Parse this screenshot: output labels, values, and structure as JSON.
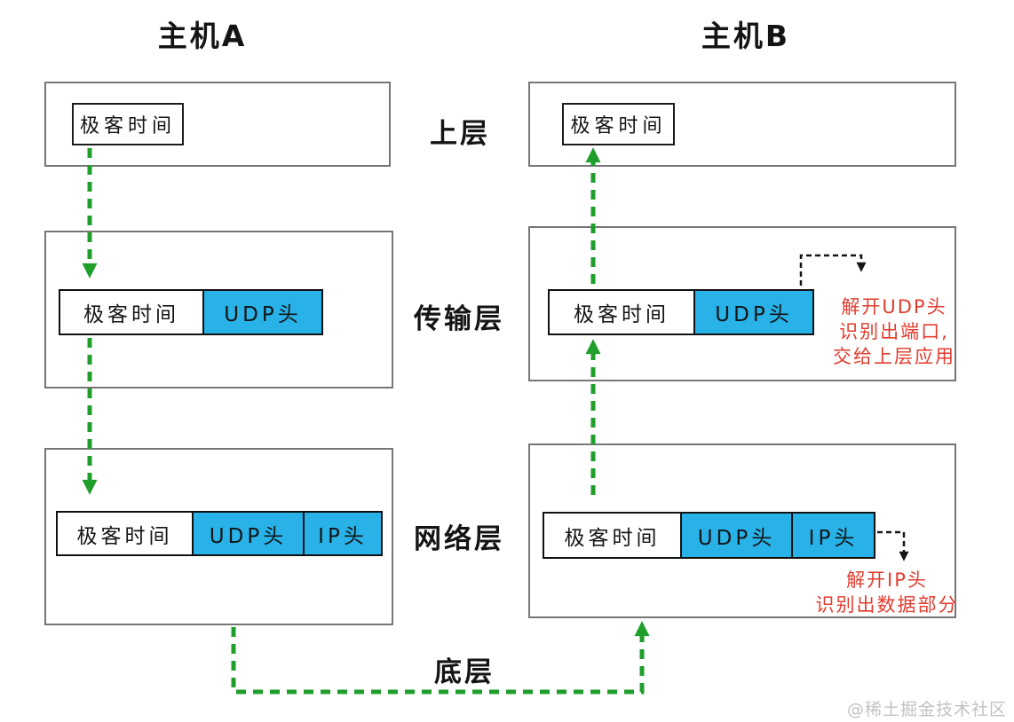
{
  "hosts": {
    "a": "主机A",
    "b": "主机B"
  },
  "layers": {
    "upper": "上层",
    "transport": "传输层",
    "network": "网络层",
    "bottom": "底层"
  },
  "packet": {
    "payload": "极客时间",
    "udp_header": "UDP头",
    "ip_header": "IP头"
  },
  "annotations": {
    "udp_unpack_line1": "解开UDP头",
    "udp_unpack_line2": "识别出端口,",
    "udp_unpack_line3": "交给上层应用",
    "ip_unpack_line1": "解开IP头",
    "ip_unpack_line2": "识别出数据部分"
  },
  "watermark": "@稀土掘金技术社区",
  "colors": {
    "header_fill_blue": "#28b2e8",
    "flow_arrow_green": "#1f9e2c",
    "annotation_red": "#e23c2f"
  }
}
